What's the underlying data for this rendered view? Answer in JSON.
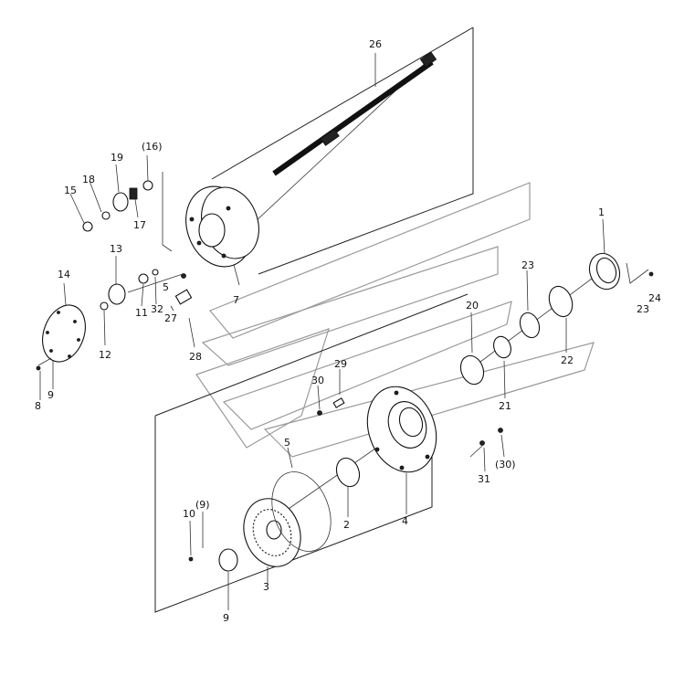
{
  "labels": {
    "l26": "26",
    "l16p": "(16)",
    "l19": "19",
    "l18": "18",
    "l15": "15",
    "l17": "17",
    "l13": "13",
    "l14": "14",
    "l12": "12",
    "l11": "11",
    "l32": "32",
    "l5a": "5",
    "l7": "7",
    "l27": "27",
    "l28": "28",
    "l8": "8",
    "l9a": "9",
    "l1": "1",
    "l23a": "23",
    "l24": "24",
    "l23b": "23",
    "l22": "22",
    "l20": "20",
    "l21": "21",
    "l30a": "30",
    "l29": "29",
    "l5b": "5",
    "l2": "2",
    "l4": "4",
    "l31": "31",
    "l30p": "(30)",
    "l10": "10",
    "l9p": "(9)",
    "l3": "3",
    "l9b": "9"
  }
}
